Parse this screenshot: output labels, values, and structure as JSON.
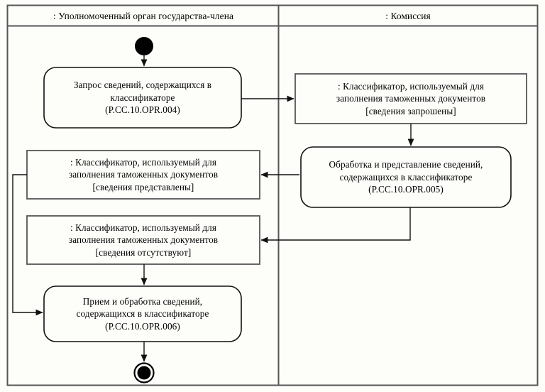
{
  "diagram": {
    "type": "uml-activity-diagram",
    "title": "",
    "background_color": "#fdfdfa",
    "line_color": "#1a1a1a",
    "frame_color": "#555555",
    "lanes": [
      {
        "id": "lane-member-state",
        "title": ": Уполномоченный орган государства-члена"
      },
      {
        "id": "lane-commission",
        "title": ": Комиссия"
      }
    ],
    "nodes": [
      {
        "id": "start-node",
        "kind": "initial-node",
        "lane": "lane-member-state",
        "label": ""
      },
      {
        "id": "activity-opr-004",
        "kind": "activity",
        "lane": "lane-member-state",
        "lines": [
          "Запрос сведений, содержащихся в",
          "классификаторе",
          "(P.CC.10.OPR.004)"
        ],
        "code": "P.CC.10.OPR.004"
      },
      {
        "id": "object-requested",
        "kind": "object-node",
        "lane": "lane-commission",
        "lines": [
          ": Классификатор, используемый для",
          "заполнения таможенных документов",
          "[сведения запрошены]"
        ],
        "state": "[сведения запрошены]"
      },
      {
        "id": "activity-opr-005",
        "kind": "activity",
        "lane": "lane-commission",
        "lines": [
          "Обработка и представление сведений,",
          "содержащихся в классификаторе",
          "(P.CC.10.OPR.005)"
        ],
        "code": "P.CC.10.OPR.005"
      },
      {
        "id": "object-provided",
        "kind": "object-node",
        "lane": "lane-member-state",
        "lines": [
          ": Классификатор, используемый для",
          "заполнения таможенных документов",
          "[сведения представлены]"
        ],
        "state": "[сведения представлены]"
      },
      {
        "id": "object-absent",
        "kind": "object-node",
        "lane": "lane-member-state",
        "lines": [
          ": Классификатор, используемый для",
          "заполнения таможенных документов",
          "[сведения отсутствуют]"
        ],
        "state": "[сведения отсутствуют]"
      },
      {
        "id": "activity-opr-006",
        "kind": "activity",
        "lane": "lane-member-state",
        "lines": [
          "Прием и обработка сведений,",
          "содержащихся в классификаторе",
          "(P.CC.10.OPR.006)"
        ],
        "code": "P.CC.10.OPR.006"
      },
      {
        "id": "end-node",
        "kind": "final-node",
        "lane": "lane-member-state",
        "label": ""
      }
    ],
    "edges": [
      {
        "id": "edge-start-to-opr004",
        "from": "start-node",
        "to": "activity-opr-004"
      },
      {
        "id": "edge-opr004-to-requested",
        "from": "activity-opr-004",
        "to": "object-requested"
      },
      {
        "id": "edge-requested-to-opr005",
        "from": "object-requested",
        "to": "activity-opr-005"
      },
      {
        "id": "edge-opr005-to-provided",
        "from": "activity-opr-005",
        "to": "object-provided"
      },
      {
        "id": "edge-opr005-to-absent",
        "from": "activity-opr-005",
        "to": "object-absent"
      },
      {
        "id": "edge-provided-to-opr006",
        "from": "object-provided",
        "to": "activity-opr-006"
      },
      {
        "id": "edge-absent-to-opr006",
        "from": "object-absent",
        "to": "activity-opr-006"
      },
      {
        "id": "edge-opr006-to-end",
        "from": "activity-opr-006",
        "to": "end-node"
      }
    ]
  }
}
